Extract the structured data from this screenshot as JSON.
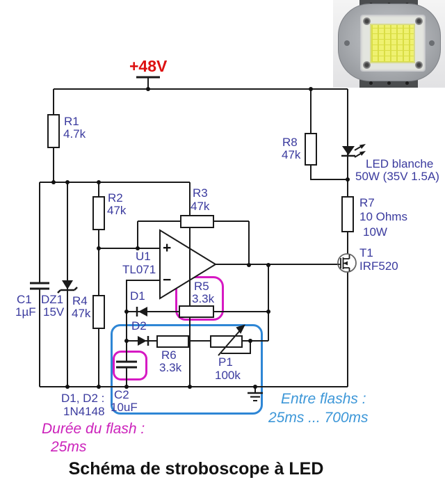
{
  "title": "Schéma de stroboscope à LED",
  "supply": {
    "label": "+48V"
  },
  "components": {
    "r1": {
      "ref": "R1",
      "value": "4.7k"
    },
    "r2": {
      "ref": "R2",
      "value": "47k"
    },
    "r3": {
      "ref": "R3",
      "value": "47k"
    },
    "r4": {
      "ref": "R4",
      "value": "47k"
    },
    "r5": {
      "ref": "R5",
      "value": "3.3k"
    },
    "r6": {
      "ref": "R6",
      "value": "3.3k"
    },
    "r7": {
      "ref": "R7",
      "value": "10 Ohms",
      "power": "10W"
    },
    "r8": {
      "ref": "R8",
      "value": "47k"
    },
    "p1": {
      "ref": "P1",
      "value": "100k"
    },
    "c1": {
      "ref": "C1",
      "value": "1µF"
    },
    "c2": {
      "ref": "C2",
      "value": "10uF"
    },
    "dz1": {
      "ref": "DZ1",
      "value": "15V"
    },
    "d1": {
      "ref": "D1"
    },
    "d2": {
      "ref": "D2"
    },
    "u1": {
      "ref": "U1",
      "value": "TL071",
      "plus": "+",
      "minus": "−"
    },
    "t1": {
      "ref": "T1",
      "value": "IRF520"
    },
    "led": {
      "name": "LED blanche",
      "rating": "50W (35V 1.5A)"
    }
  },
  "notes": {
    "diodes_line1": "D1, D2 :",
    "diodes_line2": "1N4148",
    "flash_duration_line1": "Durée du flash :",
    "flash_duration_line2": "25ms",
    "flash_interval_line1": "Entre flashs :",
    "flash_interval_line2": "25ms ... 700ms"
  },
  "colors": {
    "wire": "#1a1a1a",
    "label": "#3a3a9e",
    "supply": "#dd1111",
    "magenta_highlight": "#d619c3",
    "magenta_text": "#cc22bb",
    "blue_box": "#2e86d5",
    "blue_text": "#3d97d8"
  }
}
